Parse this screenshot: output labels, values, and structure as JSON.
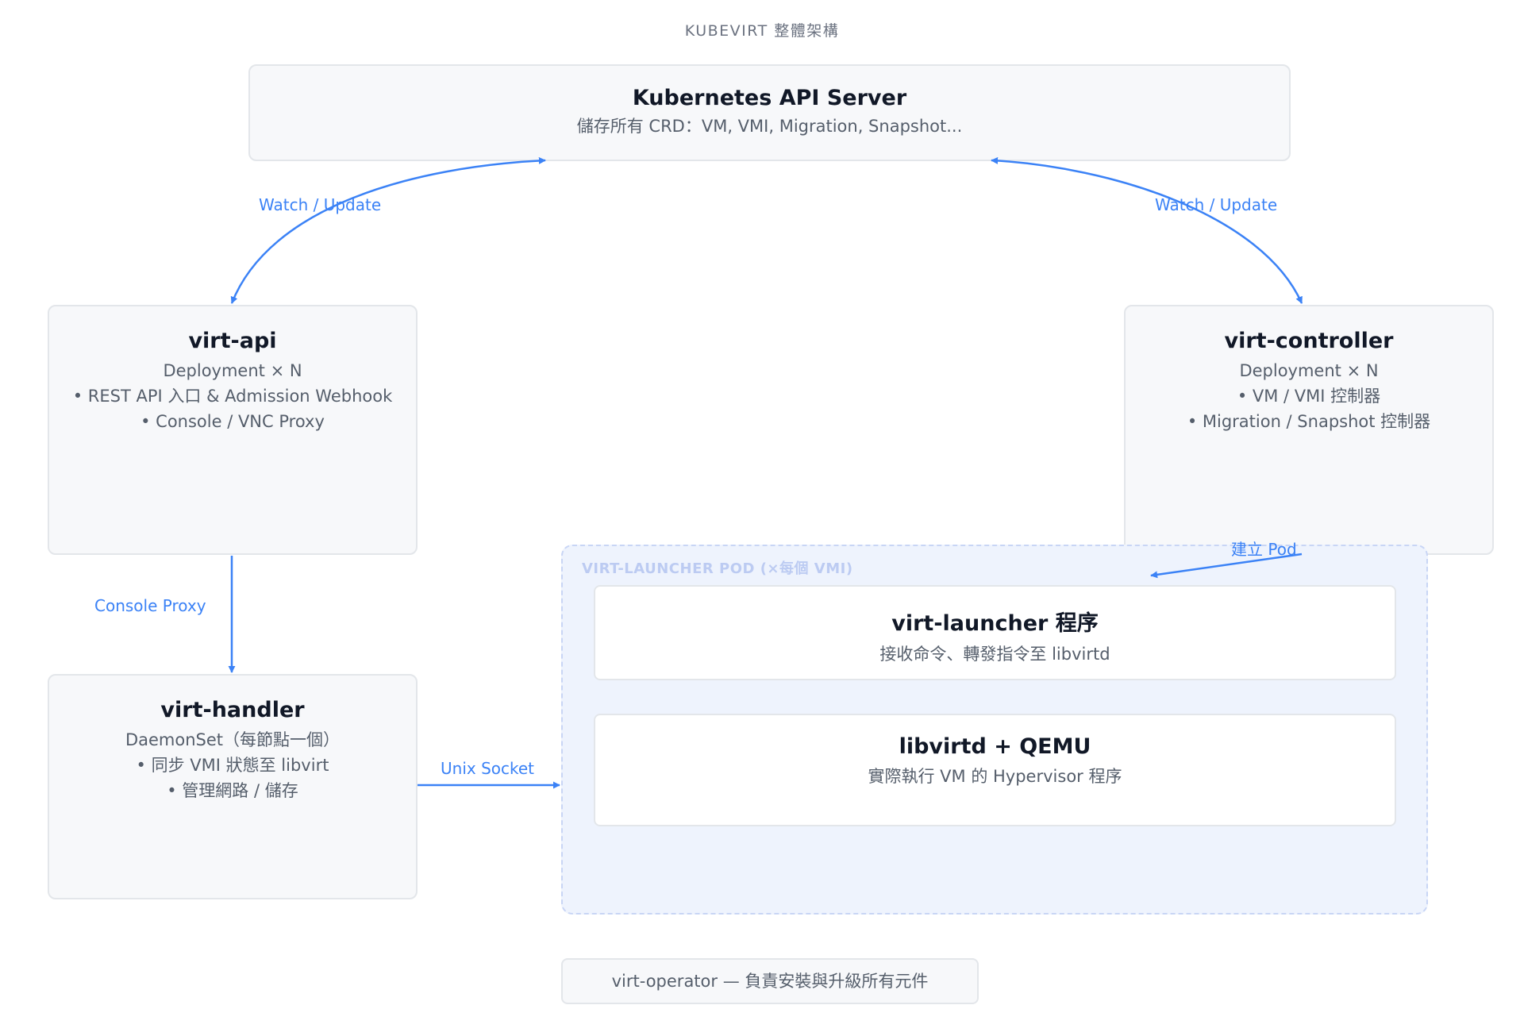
{
  "title": "KUBEVIRT 整體架構",
  "api_server": {
    "name": "Kubernetes API Server",
    "sub": "儲存所有 CRD：VM, VMI, Migration, Snapshot..."
  },
  "virt_api": {
    "name": "virt-api",
    "lines": [
      "Deployment × N",
      "• REST API 入口 & Admission Webhook",
      "• Console / VNC Proxy"
    ]
  },
  "virt_controller": {
    "name": "virt-controller",
    "lines": [
      "Deployment × N",
      "• VM / VMI 控制器",
      "• Migration / Snapshot 控制器"
    ]
  },
  "virt_handler": {
    "name": "virt-handler",
    "lines": [
      "DaemonSet（每節點一個）",
      "• 同步 VMI 狀態至 libvirt",
      "• 管理網路 / 儲存"
    ]
  },
  "pod_group": {
    "label": "VIRT-LAUNCHER POD (×每個 VMI)",
    "virt_launcher": {
      "name": "virt-launcher 程序",
      "sub": "接收命令、轉發指令至 libvirtd"
    },
    "libvirtd": {
      "name": "libvirtd + QEMU",
      "sub": "實際執行 VM 的 Hypervisor 程序"
    }
  },
  "virt_operator": "virt-operator — 負責安裝與升級所有元件",
  "edges": {
    "watch_left": "Watch / Update",
    "watch_right": "Watch / Update",
    "create_pod": "建立 Pod",
    "console_proxy": "Console Proxy",
    "unix_socket": "Unix Socket"
  },
  "colors": {
    "accent": "#3b82f6"
  }
}
